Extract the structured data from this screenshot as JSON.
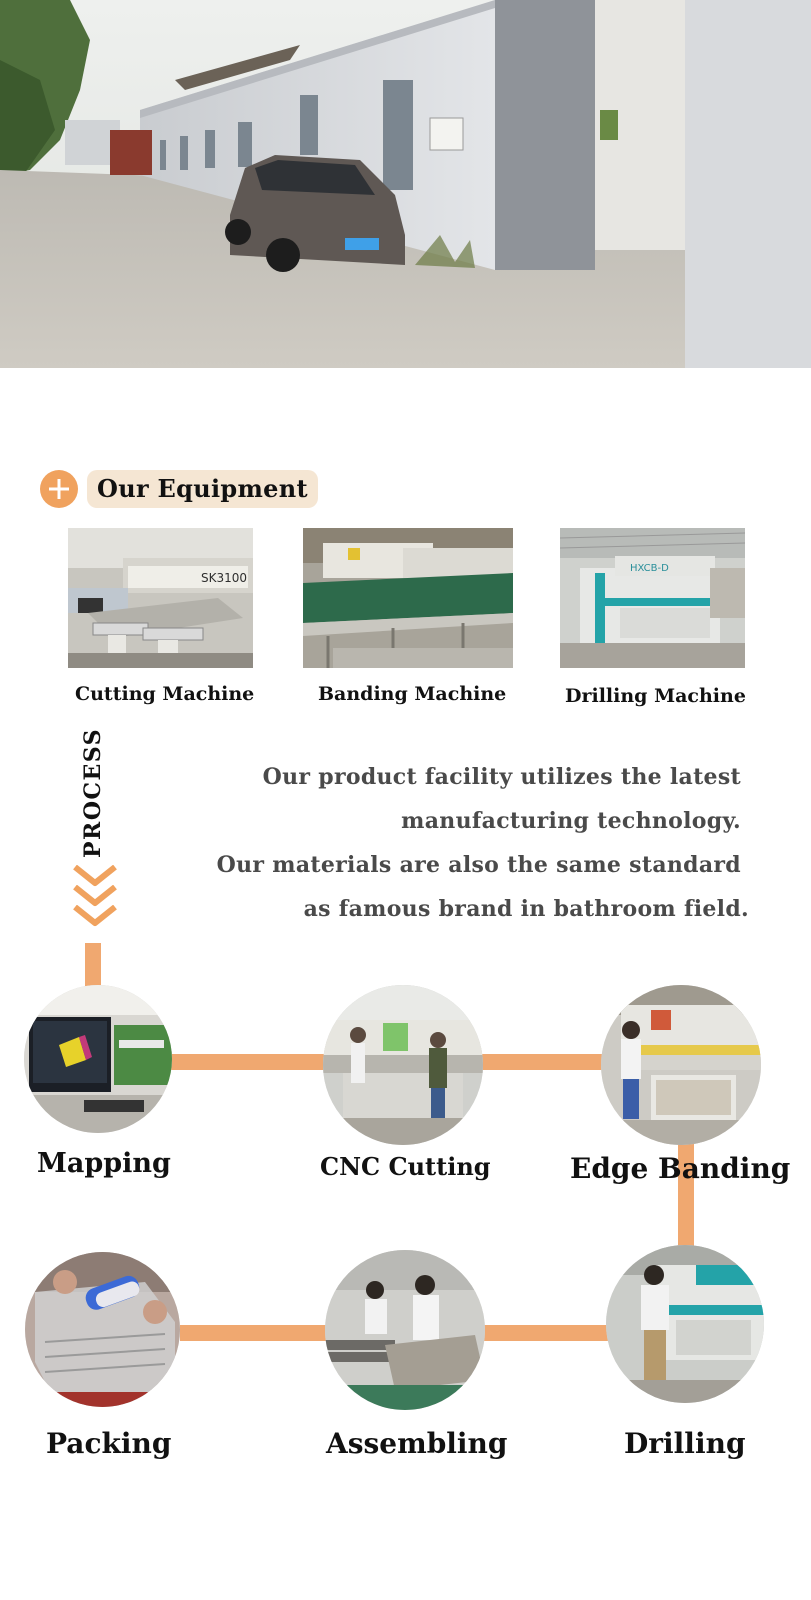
{
  "header": {
    "title": "Our Equipment"
  },
  "equipment": [
    {
      "label": "Cutting Machine",
      "photo_sign": "SK3100"
    },
    {
      "label": "Banding Machine"
    },
    {
      "label": "Drilling Machine",
      "photo_sign": "HXCB-D"
    }
  ],
  "process": {
    "label": "PROCESS",
    "description": [
      "Our product facility utilizes the latest",
      "manufacturing technology.",
      "Our materials are also the same standard",
      "as famous brand in bathroom field."
    ],
    "steps": [
      {
        "label": "Mapping"
      },
      {
        "label": "CNC Cutting"
      },
      {
        "label": "Edge Banding"
      },
      {
        "label": "Drilling"
      },
      {
        "label": "Assembling"
      },
      {
        "label": "Packing"
      }
    ]
  },
  "colors": {
    "accent": "#f0a25e",
    "connector": "#f0a870",
    "title_pill": "#f5e6d3",
    "description_text": "#4a4a4a"
  },
  "icons": [
    "plus-icon",
    "chevron-down-icon"
  ]
}
